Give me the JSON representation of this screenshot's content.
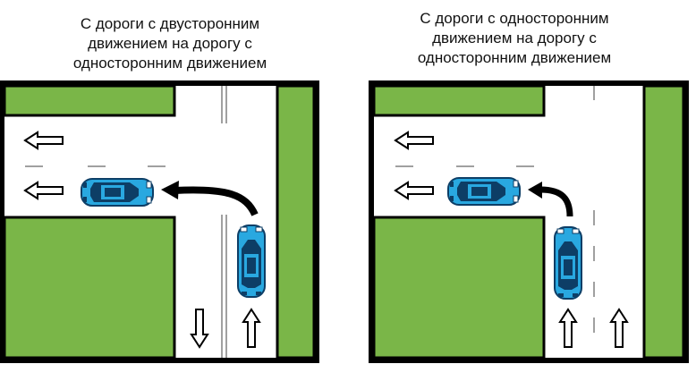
{
  "colors": {
    "grass": "#7AB648",
    "road": "#FFFFFF",
    "frame": "#000000",
    "car_body": "#29A8E0",
    "car_dark": "#0D3E66",
    "lane_line": "#A0A0A0",
    "arrow": "#000000"
  },
  "left_diagram": {
    "caption": [
      "С дороги с двусторонним",
      "движением  на дорогу с",
      "односторонним  движением"
    ],
    "icons": [
      "car-icon",
      "car-icon",
      "turn-left-arrow-icon",
      "direction-arrow-left-icon",
      "direction-arrow-left-icon",
      "direction-arrow-down-icon",
      "direction-arrow-up-icon"
    ]
  },
  "right_diagram": {
    "caption": [
      "С дороги с односторонним",
      "движением  на дорогу с",
      "односторонним  движением"
    ],
    "icons": [
      "car-icon",
      "car-icon",
      "turn-left-arrow-icon",
      "direction-arrow-left-icon",
      "direction-arrow-left-icon",
      "direction-arrow-up-icon",
      "direction-arrow-up-icon"
    ]
  }
}
